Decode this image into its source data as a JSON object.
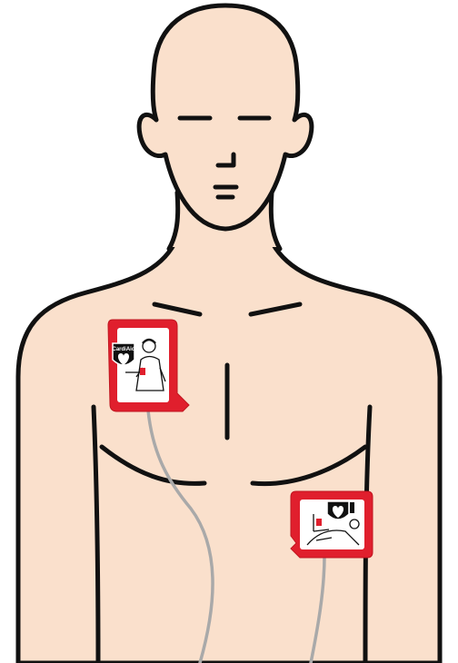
{
  "colors": {
    "skin": "#FAE0CC",
    "outline": "#111111",
    "pad_red": "#E01F2D",
    "pad_face": "#FFFFFF",
    "cable": "#A9A9A9"
  },
  "pads": [
    {
      "id": "right-chest-pad",
      "brand_text": "CardiAid",
      "icon": "heart-icon"
    },
    {
      "id": "left-side-pad",
      "brand_text": "",
      "icon": "heart-icon"
    }
  ],
  "icons": [
    "heart-icon",
    "person-figure-icon",
    "cable"
  ]
}
